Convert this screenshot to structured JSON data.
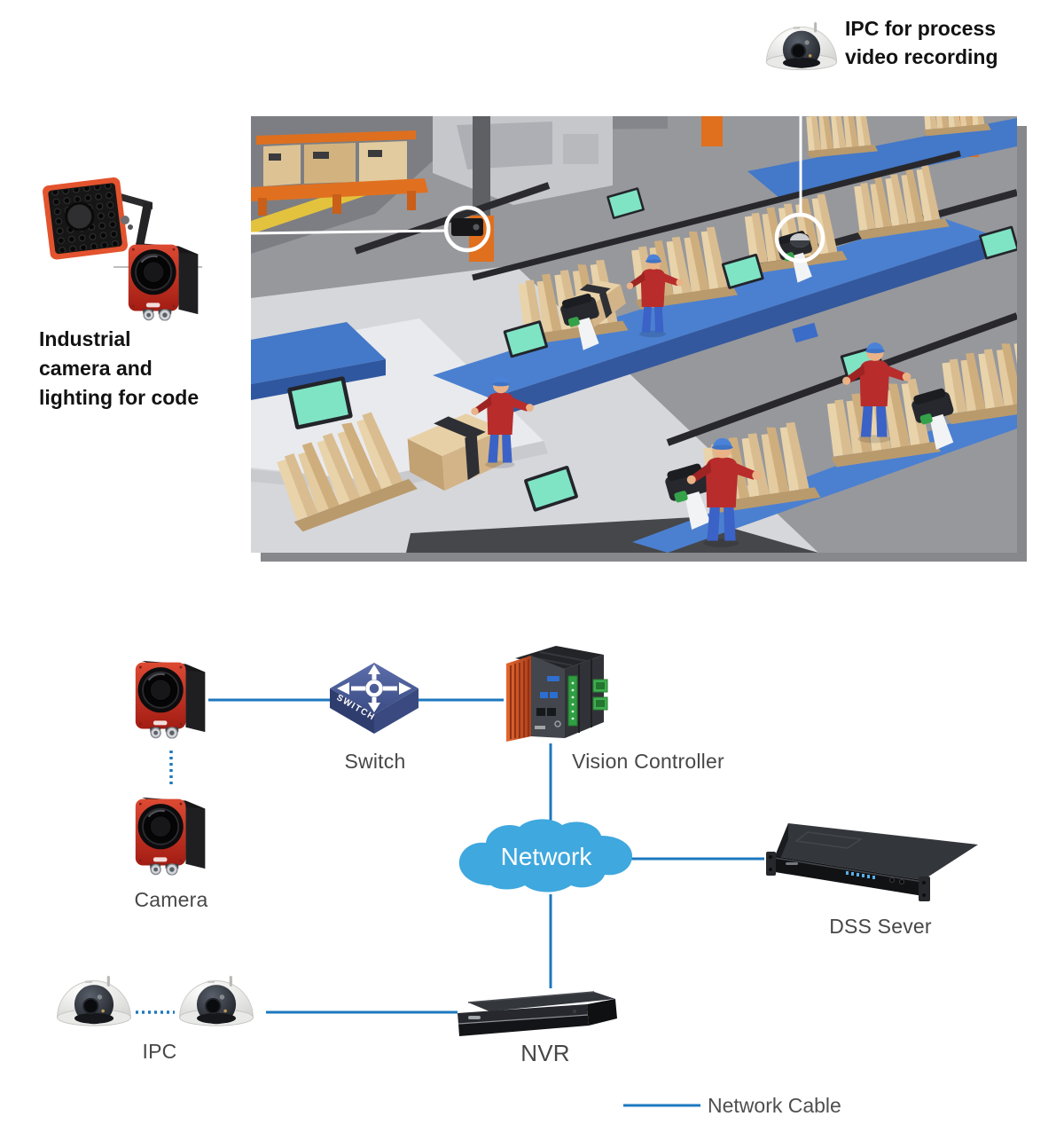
{
  "annotations": {
    "ipc_note": {
      "line1": "IPC for process",
      "line2": "video recording"
    },
    "industrial_note": {
      "line1": "Industrial",
      "line2": "camera and",
      "line3": "lighting for code"
    }
  },
  "diagram": {
    "camera_label": "Camera",
    "switch_label": "Switch",
    "switch_icon_text": "SWITCH",
    "vision_controller_label": "Vision Controller",
    "network_label": "Network",
    "dss_server_label": "DSS Sever",
    "nvr_label": "NVR",
    "ipc_label": "IPC",
    "legend_label": "Network Cable"
  },
  "colors": {
    "cable_blue": "#1d78bf",
    "cloud_blue": "#3fa8de",
    "camera_red": "#c6271f",
    "controller_orange": "#d4562a",
    "switch_blue": "#3d4f86",
    "label_gray": "#474747",
    "title_black": "#121212",
    "highlight_white": "#ffffff"
  }
}
